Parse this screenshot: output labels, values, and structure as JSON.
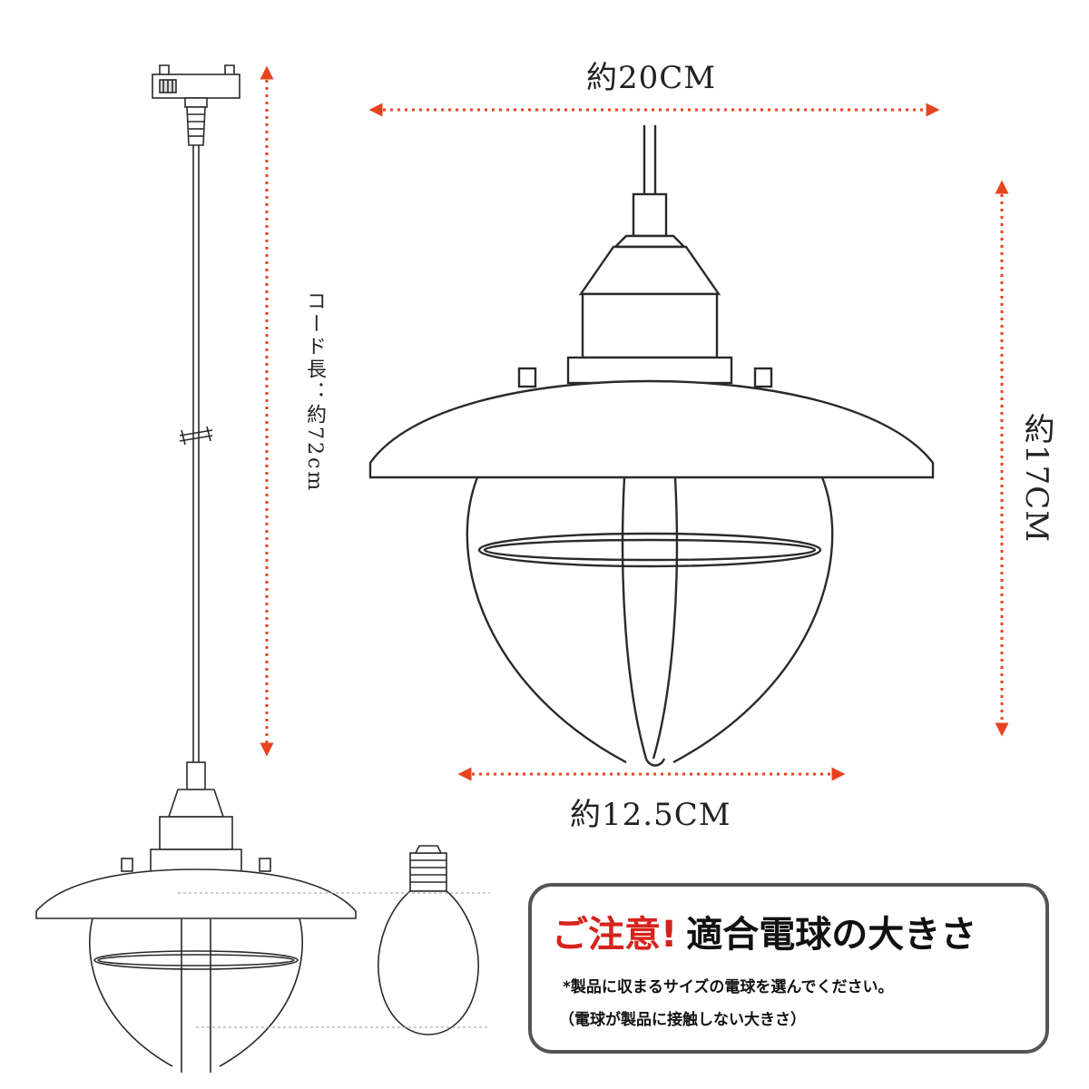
{
  "dimensions": {
    "width": "約20CM",
    "height": "約17CM",
    "cage_width": "約12.5CM",
    "cord_length": "コード長：約72cm"
  },
  "notice": {
    "warning": "ご注意!",
    "subject": "適合電球の大きさ",
    "line1": "*製品に収まるサイズの電球を選んでください。",
    "line2": "（電球が製品に接触しない大きさ）"
  },
  "colors": {
    "arrow": "#e8431f",
    "line": "#2a2a2a",
    "warning": "#d6231c"
  }
}
